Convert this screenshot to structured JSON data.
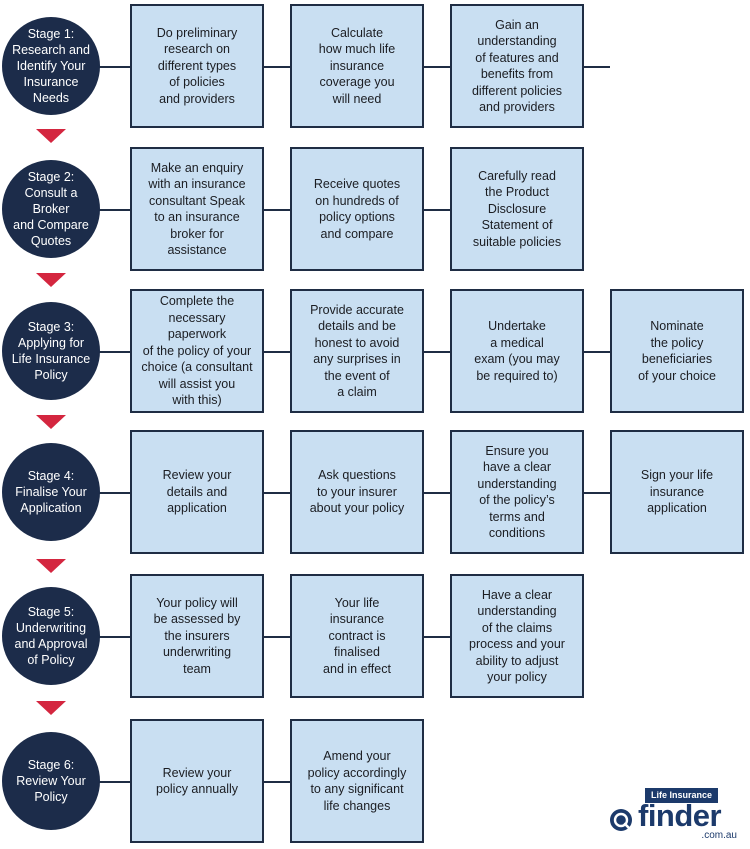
{
  "stages": [
    {
      "label": "Stage 1:\nResearch and\nIdentify Your\nInsurance\nNeeds",
      "steps": [
        "Do preliminary\nresearch on\ndifferent types\nof policies\nand providers",
        "Calculate\nhow much life\ninsurance\ncoverage you\nwill need",
        "Gain an\nunderstanding\nof features and\nbenefits from\ndifferent policies\nand providers"
      ]
    },
    {
      "label": "Stage 2:\nConsult a\nBroker\nand Compare\nQuotes",
      "steps": [
        "Make an enquiry\nwith an insurance\nconsultant Speak\nto an insurance\nbroker for\nassistance",
        "Receive quotes\non hundreds of\npolicy options\nand compare",
        "Carefully read\nthe Product\nDisclosure\nStatement of\nsuitable policies"
      ]
    },
    {
      "label": "Stage 3:\nApplying for\nLife Insurance\nPolicy",
      "steps": [
        "Complete the\nnecessary paperwork\nof the policy of your\nchoice (a consultant\nwill assist you\nwith this)",
        "Provide accurate\ndetails and be\nhonest to avoid\nany surprises in\nthe event of\na claim",
        "Undertake\na medical\nexam (you may\nbe required to)",
        "Nominate\nthe policy\nbeneficiaries\nof your choice"
      ]
    },
    {
      "label": "Stage 4:\nFinalise Your\nApplication",
      "steps": [
        "Review your\ndetails and\napplication",
        "Ask questions\nto your insurer\nabout your policy",
        "Ensure you\nhave a clear\nunderstanding\nof the policy’s\nterms and\nconditions",
        "Sign your life\ninsurance\napplication"
      ]
    },
    {
      "label": "Stage 5:\nUnderwriting\nand Approval\nof Policy",
      "steps": [
        "Your policy will\nbe assessed by\nthe insurers\nunderwriting\nteam",
        "Your life\ninsurance\ncontract is\nfinalised\nand in effect",
        "Have a clear\nunderstanding\nof the claims\nprocess and your\nability to adjust\nyour policy"
      ]
    },
    {
      "label": "Stage 6:\nReview Your\nPolicy",
      "steps": [
        "Review your\npolicy annually",
        "Amend your\npolicy accordingly\nto any significant\nlife changes"
      ]
    }
  ],
  "logo": {
    "tag": "Life Insurance",
    "word": "finder",
    "domain": ".com.au",
    "icon": "search-magnifier-icon"
  },
  "colors": {
    "stage_circle": "#1c2c4a",
    "arrow": "#d4263f",
    "box_fill": "#c9dff2",
    "box_border": "#1f2d44",
    "brand": "#1c3a6b"
  }
}
